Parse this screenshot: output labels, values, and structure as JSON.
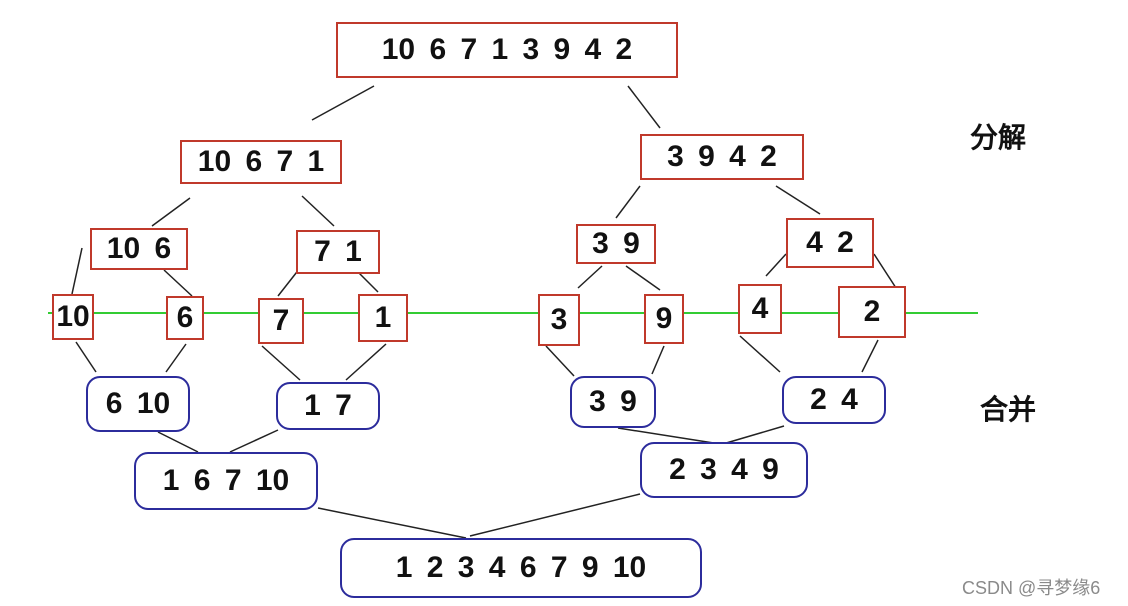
{
  "labels": {
    "split": "分解",
    "merge": "合并"
  },
  "watermark": "CSDN @寻梦缘6",
  "colors": {
    "split_border": "#c0392b",
    "merge_border": "#2c2c9c",
    "divider": "#33cc33",
    "edge": "#222222"
  },
  "nodes": {
    "root": "10 6 7 1 3 9 4 2",
    "l": "10 6 7 1",
    "r": "3 9 4 2",
    "ll": "10 6",
    "lr": "7 1",
    "rl": "3 9",
    "rr": "4 2",
    "lll": "10",
    "llr": "6",
    "lrl": "7",
    "lrr": "1",
    "rll": "3",
    "rlr": "9",
    "rrl": "4",
    "rrr": "2",
    "m_ll": "6 10",
    "m_lr": "1 7",
    "m_rl": "3 9",
    "m_rr": "2 4",
    "m_l": "1 6 7 10",
    "m_r": "2 3 4 9",
    "m_root": "1 2 3 4 6 7 9 10"
  }
}
